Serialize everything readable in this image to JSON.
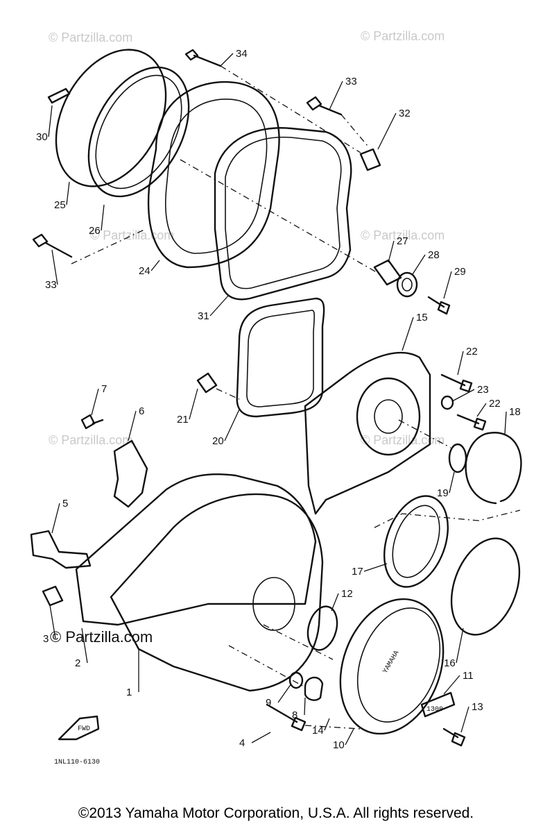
{
  "watermarks": {
    "text": "© Partzilla.com",
    "prominent": "© Partzilla.com"
  },
  "callouts": [
    "34",
    "33",
    "32",
    "30",
    "25",
    "26",
    "33",
    "24",
    "31",
    "27",
    "28",
    "29",
    "15",
    "22",
    "23",
    "22",
    "18",
    "7",
    "6",
    "21",
    "20",
    "19",
    "5",
    "17",
    "12",
    "3",
    "2",
    "1",
    "9",
    "8",
    "14",
    "10",
    "16",
    "11",
    "13",
    "4"
  ],
  "labels": {
    "cover_brand": "YAMAHA",
    "badge": "1300",
    "arrow": "FWD",
    "drawing_code": "1NL110-6130"
  },
  "footer": {
    "copyright": "©2013  Yamaha Motor Corporation, U.S.A. All rights reserved."
  }
}
